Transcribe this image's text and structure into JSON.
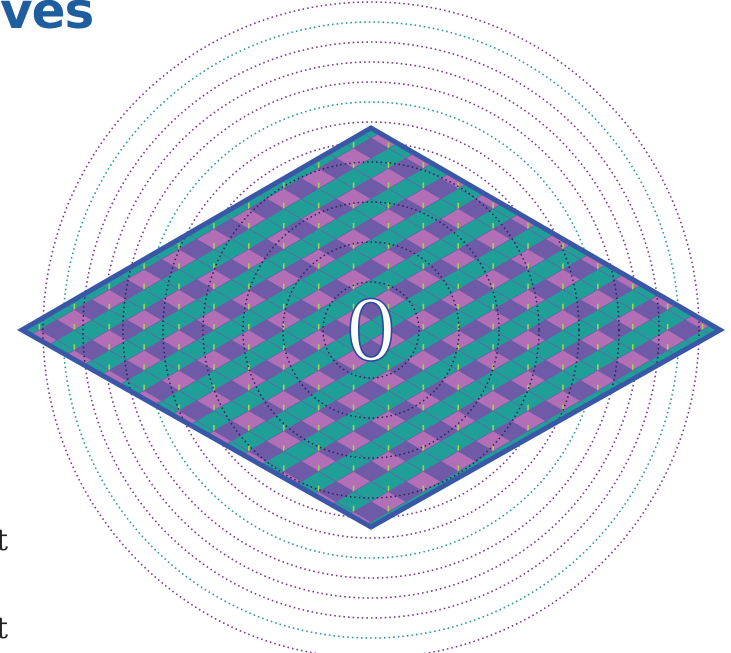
{
  "heading": {
    "fragment": "ves"
  },
  "edge_text": {
    "char_1": "t",
    "char_2": "t"
  },
  "figure": {
    "center_label": "0",
    "colors": {
      "rhombus_outline": "#3a56a6",
      "tile_pink": "#b26fb5",
      "tile_teal": "#1f9f98",
      "tile_purple": "#6f5aa8",
      "tick_green": "#9bd64a",
      "circle_purple": "#7a3c8c",
      "circle_teal": "#2a9a96",
      "circle_dark": "#2a1f55",
      "label_fill": "#ffffff",
      "label_stroke": "#2a4a9a"
    }
  }
}
